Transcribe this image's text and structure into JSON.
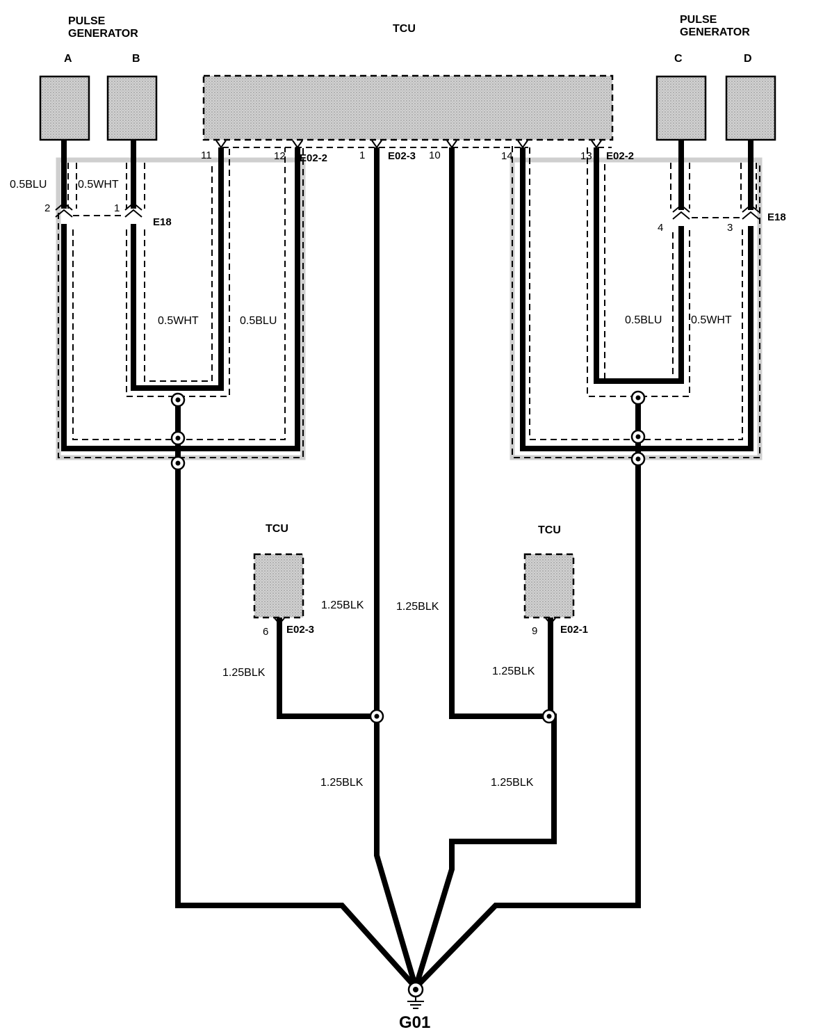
{
  "headers": {
    "pulse_generator_left_1": "PULSE",
    "pulse_generator_left_2": "GENERATOR",
    "pulse_generator_right_1": "PULSE",
    "pulse_generator_right_2": "GENERATOR",
    "tcu_top": "TCU",
    "tcu_left": "TCU",
    "tcu_right": "TCU",
    "ground": "G01"
  },
  "sensors": [
    "A",
    "B",
    "C",
    "D"
  ],
  "connectors": {
    "e18_left": "E18",
    "e18_right": "E18",
    "e02_2_left": "E02-2",
    "e02_3_top": "E02-3",
    "e02_2_right": "E02-2",
    "e02_3_small": "E02-3",
    "e02_1_small": "E02-1"
  },
  "pins": {
    "p2": "2",
    "p1": "1",
    "p4": "4",
    "p3": "3",
    "p11": "11",
    "p12": "12",
    "p1_tcu": "1",
    "p10": "10",
    "p14": "14",
    "p13": "13",
    "p6": "6",
    "p9": "9"
  },
  "wire_labels": {
    "left_blu": "0.5BLU",
    "left_wht": "0.5WHT",
    "left_mid_wht": "0.5WHT",
    "left_mid_blu": "0.5BLU",
    "right_mid_blu": "0.5BLU",
    "right_mid_wht": "0.5WHT",
    "blk_center_1": "1.25BLK",
    "blk_center_2": "1.25BLK",
    "blk_small_left": "1.25BLK",
    "blk_small_right": "1.25BLK",
    "blk_low_left": "1.25BLK",
    "blk_low_right": "1.25BLK"
  }
}
